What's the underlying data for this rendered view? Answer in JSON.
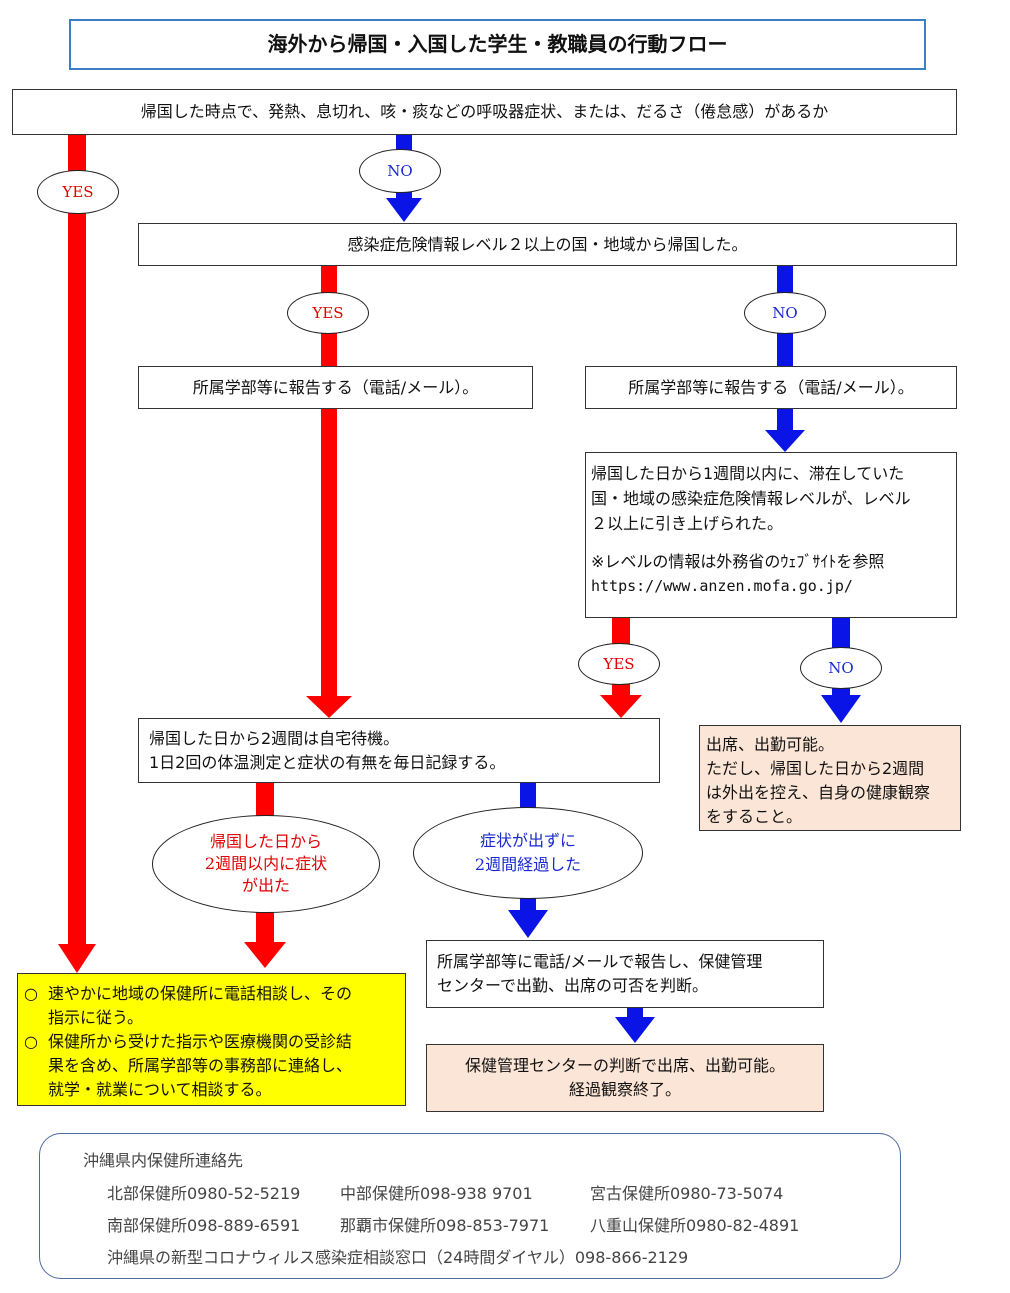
{
  "title": "海外から帰国・入国した学生・教職員の行動フロー",
  "colors": {
    "red": "#ff0000",
    "blue": "#0a14e6",
    "peach": "#fbe5d6",
    "yellow": "#ffff00",
    "title_border": "#3b7fc4",
    "contacts_border": "#4f6b9b"
  },
  "q1": "帰国した時点で、発熱、息切れ、咳・痰などの呼吸器症状、または、だるさ（倦怠感）があるか",
  "labels": {
    "yes": "YES",
    "no": "NO"
  },
  "q2": "感染症危険情報レベル２以上の国・地域から帰国した。",
  "report_left": "所属学部等に報告する（電話/メール）。",
  "report_right": "所属学部等に報告する（電話/メール）。",
  "q3": {
    "line1": "帰国した日から1週間以内に、滞在していた",
    "line2": "国・地域の感染症危険情報レベルが、レベル",
    "line3": "２以上に引き上げられた。",
    "line4": "※レベルの情報は外務省のｳｪﾌﾞｻｲﾄを参照",
    "line5": "https://www.anzen.mofa.go.jp/"
  },
  "wait": {
    "line1": "帰国した日から2週間は自宅待機。",
    "line2": "1日2回の体温測定と症状の有無を毎日記録する。"
  },
  "attend": {
    "line1": "出席、出勤可能。",
    "line2": "ただし、帰国した日から2週間",
    "line3": "は外出を控え、自身の健康観察",
    "line4": "をすること。"
  },
  "symptom_oval": {
    "line1": "帰国した日から",
    "line2": "2週間以内に症状",
    "line3": "が出た"
  },
  "nosymptom_oval": {
    "line1": "症状が出ずに",
    "line2": "2週間経過した"
  },
  "consult": {
    "item1_bullet": "○",
    "item1_line1": "速やかに地域の保健所に電話相談し、その",
    "item1_line2": "指示に従う。",
    "item2_bullet": "○",
    "item2_line1": "保健所から受けた指示や医療機関の受診結",
    "item2_line2": "果を含め、所属学部等の事務部に連絡し、",
    "item2_line3": "就学・就業について相談する。"
  },
  "report_center": {
    "line1": "所属学部等に電話/メールで報告し、保健管理",
    "line2": "センターで出勤、出席の可否を判断。"
  },
  "final": {
    "line1": "保健管理センターの判断で出席、出勤可能。",
    "line2": "経過観察終了。"
  },
  "contacts": {
    "heading": "沖縄県内保健所連絡先",
    "row1": [
      "北部保健所0980-52-5219",
      "中部保健所098-938 9701",
      "宮古保健所0980-73-5074"
    ],
    "row2": [
      "南部保健所098-889-6591",
      "那覇市保健所098-853-7971",
      "八重山保健所0980-82-4891"
    ],
    "row3": "沖縄県の新型コロナウィルス感染症相談窓口（24時間ダイヤル）098-866-2129"
  }
}
